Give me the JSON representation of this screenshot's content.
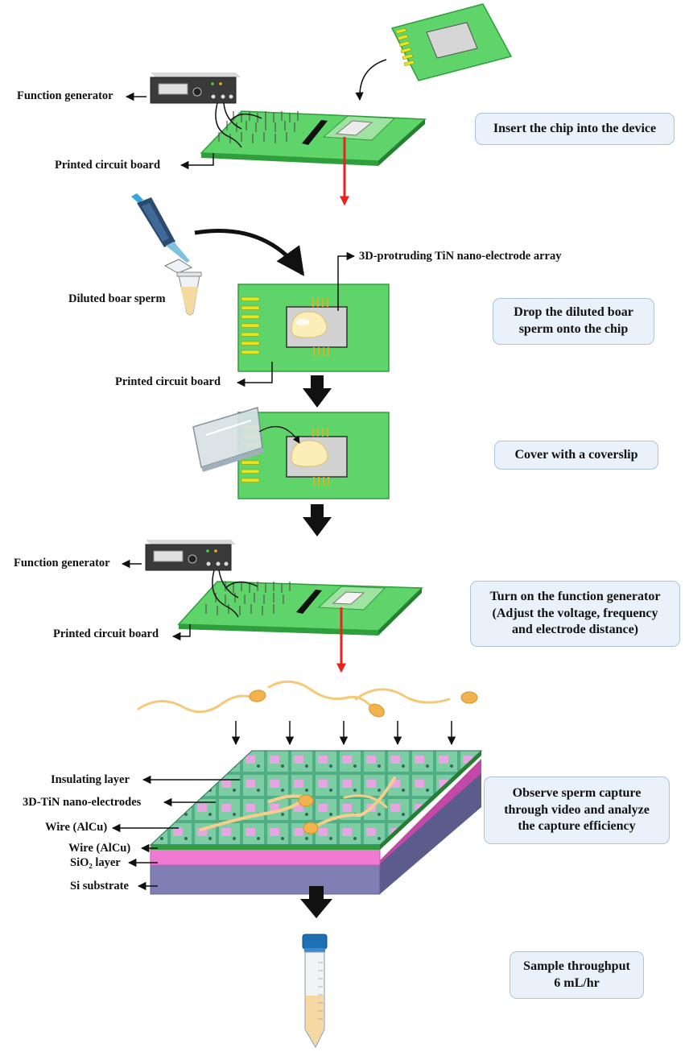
{
  "labels": {
    "function_generator_top": "Function generator",
    "pcb_top": "Printed circuit board",
    "nano_array": "3D-protruding TiN nano-electrode array",
    "diluted_sperm": "Diluted boar sperm",
    "pcb_mid": "Printed circuit board",
    "function_generator_bottom": "Function generator",
    "pcb_bottom": "Printed circuit board",
    "insulating_layer": "Insulating layer",
    "tin_electrodes": "3D-TiN nano-electrodes",
    "wire_1": "Wire (AlCu)",
    "wire_2": "Wire (AlCu)",
    "sio2_layer": "SiO₂ layer",
    "si_substrate": "Si substrate"
  },
  "steps": {
    "insert": [
      "Insert the chip into the device"
    ],
    "drop": [
      "Drop the diluted boar",
      "sperm onto the chip"
    ],
    "cover": [
      "Cover with a coverslip"
    ],
    "turn_on": [
      "Turn on the function generator",
      "(Adjust the voltage, frequency",
      "and electrode distance)"
    ],
    "observe": [
      "Observe sperm capture",
      "through video and analyze",
      "the capture efficiency"
    ],
    "throughput": [
      "Sample throughput",
      "6 mL/hr"
    ]
  },
  "colors": {
    "pcb_green": "#5fd46a",
    "pcb_dark": "#2f9e3c",
    "gold_pin": "#e7e51c",
    "step_fill": "#e9f1fb",
    "step_border": "#a9c3e0",
    "sio2_pink": "#f07ad2",
    "si_purple": "#7f7fb5",
    "sperm_orange": "#f2b34e",
    "red_arrow": "#e8231c"
  },
  "icons": [
    "function-generator-icon",
    "pipette-icon",
    "microtube-icon",
    "coverslip-icon",
    "centrifuge-tube-icon"
  ]
}
